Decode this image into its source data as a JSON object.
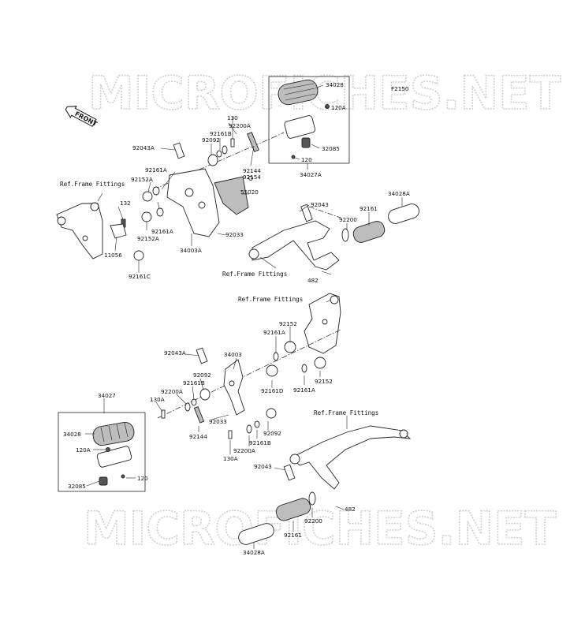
{
  "watermark": "MICROFICHES.NET",
  "front_label": "FRONT",
  "ref_label": "Ref.Frame Fittings",
  "page_label": "F2150",
  "parts": {
    "p34028_top": "34028",
    "p120A_top": "120A",
    "p32085_top": "32085",
    "p120_top": "120",
    "p34027A": "34027A",
    "p130_top": "130",
    "p92200A_top": "92200A",
    "p92161B_top": "92161B",
    "p92092_top": "92092",
    "p92043A_top": "92043A",
    "p92144_top": "92144",
    "p92154": "92154",
    "p92161A_top1": "92161A",
    "p92152A_top1": "92152A",
    "p55020": "55020",
    "p132": "132",
    "p92161A_top2": "92161A",
    "p92152A_top2": "92152A",
    "p11056": "11056",
    "p92161C": "92161C",
    "p34003A": "34003A",
    "p92033_top": "92033",
    "p92043_top": "92043",
    "p92200_top": "92200",
    "p92161_top": "92161",
    "p34028A_top": "34028A",
    "p482_top": "482",
    "p92152_a": "92152",
    "p92161A_mid1": "92161A",
    "p92043A_bot": "92043A",
    "p34003": "34003",
    "p92092_bot1": "92092",
    "p92161B_bot1": "92161B",
    "p92200A_bot1": "92200A",
    "p130A_bot1": "130A",
    "p34027": "34027",
    "p92161D": "92161D",
    "p92161A_mid2": "92161A",
    "p92152_b": "92152",
    "p92033_bot": "92033",
    "p92144_bot": "92144",
    "p92092_bot2": "92092",
    "p92161B_bot2": "92161B",
    "p92200A_bot2": "92200A",
    "p130A_bot2": "130A",
    "p34028_bot": "34028",
    "p120A_bot": "120A",
    "p120_bot": "120",
    "p32085_bot": "32085",
    "p92043_bot": "92043",
    "p482_bot": "482",
    "p92200_bot": "92200",
    "p92161_bot": "92161",
    "p34028A_bot": "34028A"
  }
}
